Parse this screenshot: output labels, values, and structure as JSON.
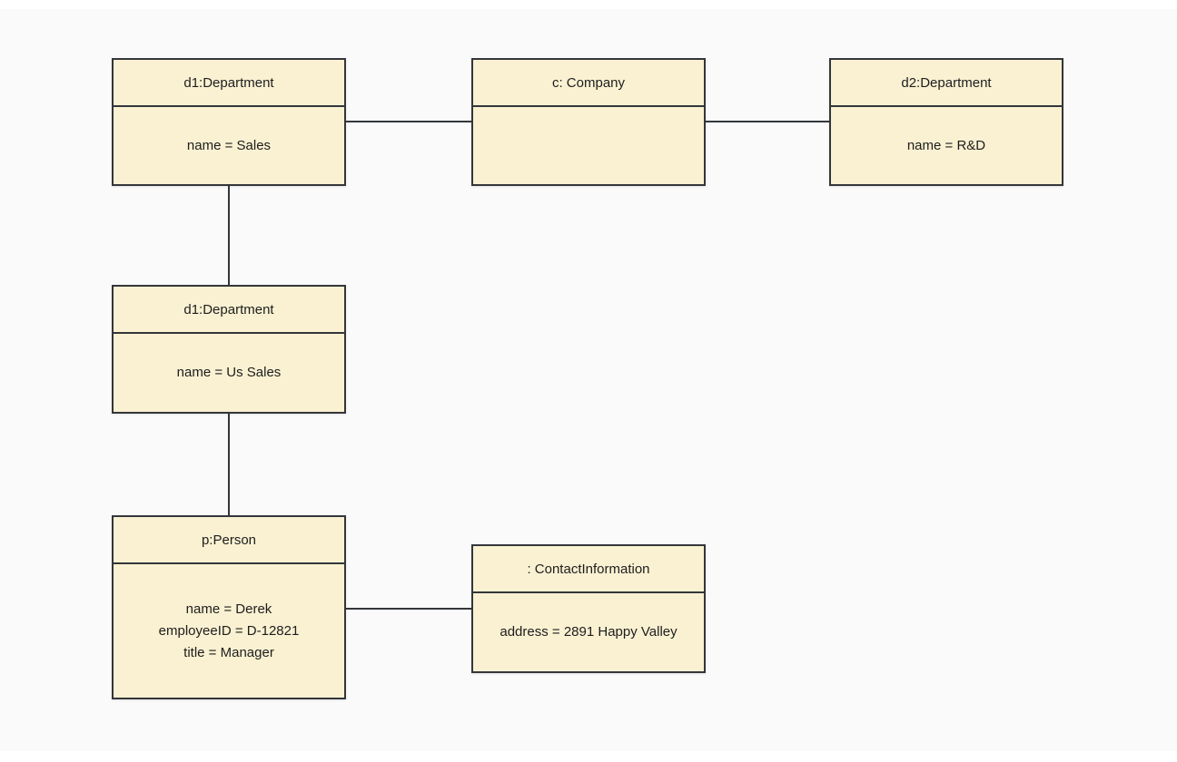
{
  "diagram": {
    "type": "uml-object-diagram",
    "colors": {
      "canvas_background": "#fafafa",
      "page_background": "#ffffff",
      "node_fill": "#faf1d2",
      "node_border": "#33363a",
      "text_color": "#1d1d1d"
    },
    "nodes": [
      {
        "id": "d1-department-sales",
        "title": "d1:Department",
        "attributes": [
          "name = Sales"
        ]
      },
      {
        "id": "c-company",
        "title": "c: Company",
        "attributes": []
      },
      {
        "id": "d2-department-rd",
        "title": "d2:Department",
        "attributes": [
          "name = R&D"
        ]
      },
      {
        "id": "d1-department-us-sales",
        "title": "d1:Department",
        "attributes": [
          "name = Us Sales"
        ]
      },
      {
        "id": "p-person",
        "title": "p:Person",
        "attributes": [
          "name = Derek",
          "employeeID = D-12821",
          "title = Manager"
        ]
      },
      {
        "id": "contact-information",
        "title": ": ContactInformation",
        "attributes": [
          "address = 2891 Happy Valley"
        ]
      }
    ],
    "edges": [
      {
        "from": "d1-department-sales",
        "to": "c-company"
      },
      {
        "from": "c-company",
        "to": "d2-department-rd"
      },
      {
        "from": "d1-department-sales",
        "to": "d1-department-us-sales"
      },
      {
        "from": "d1-department-us-sales",
        "to": "p-person"
      },
      {
        "from": "p-person",
        "to": "contact-information"
      }
    ]
  }
}
